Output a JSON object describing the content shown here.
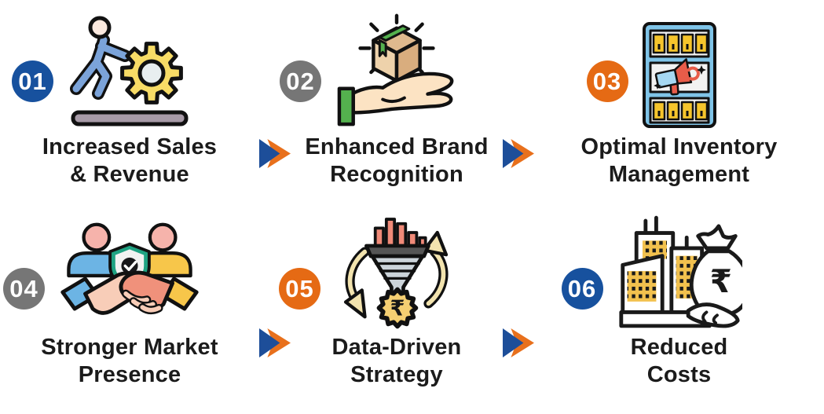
{
  "title": "Benefits infographic",
  "rupee_symbol": "₹",
  "colors": {
    "badge_blue": "#17519e",
    "badge_gray": "#767676",
    "badge_orange": "#e56a14",
    "badge_text": "#ffffff",
    "arrow_blue": "#1d4e99",
    "arrow_orange": "#e8701c",
    "label_text": "#1b1b1b"
  },
  "items": [
    {
      "number": "01",
      "label": "Increased Sales\n& Revenue",
      "badge_color": "blue",
      "icon": "runner-gear-icon"
    },
    {
      "number": "02",
      "label": "Enhanced Brand\nRecognition",
      "badge_color": "gray",
      "icon": "hand-holding-box-icon"
    },
    {
      "number": "03",
      "label": "Optimal Inventory\nManagement",
      "badge_color": "orange",
      "icon": "inventory-shelf-icon"
    },
    {
      "number": "04",
      "label": "Stronger Market\nPresence",
      "badge_color": "gray",
      "icon": "handshake-icon"
    },
    {
      "number": "05",
      "label": "Data-Driven\nStrategy",
      "badge_color": "orange",
      "icon": "data-funnel-icon"
    },
    {
      "number": "06",
      "label": "Reduced\nCosts",
      "badge_color": "blue",
      "icon": "buildings-money-bag-icon"
    }
  ]
}
